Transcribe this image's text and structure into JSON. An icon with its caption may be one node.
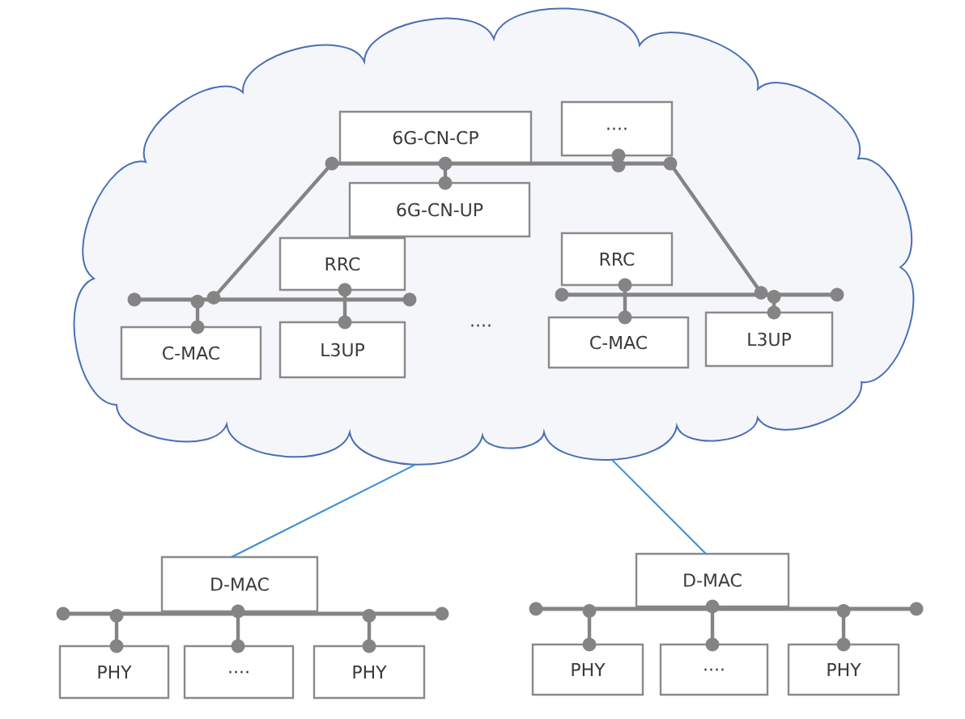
{
  "diagram": {
    "nodes": [
      {
        "text": [],
        "shape": "cloud"
      },
      {
        "text": [
          "6G-CN-CP"
        ],
        "in": 0
      },
      {
        "text": [
          "...."
        ],
        "in": 0
      },
      {
        "text": [],
        "shape": "bar",
        "in": 0
      },
      {
        "text": [
          "6G-CN-UP"
        ],
        "in": 0
      },
      {
        "text": [
          "RRC"
        ],
        "in": 0
      },
      {
        "text": [
          "RRC"
        ],
        "in": 0
      },
      {
        "text": [],
        "shape": "bar",
        "in": 0
      },
      {
        "text": [],
        "shape": "bar",
        "in": 0
      },
      {
        "text": [
          "C-MAC"
        ],
        "in": 0
      },
      {
        "text": [
          "L3UP"
        ],
        "in": 0
      },
      {
        "text": [
          "C-MAC"
        ],
        "in": 0
      },
      {
        "text": [
          "L3UP"
        ],
        "in": 0
      },
      {
        "text": [
          "D-MAC"
        ]
      },
      {
        "text": [
          "D-MAC"
        ]
      },
      {
        "text": [],
        "shape": "bar"
      },
      {
        "text": [],
        "shape": "bar"
      },
      {
        "text": [
          "PHY"
        ]
      },
      {
        "text": [
          "...."
        ]
      },
      {
        "text": [
          "PHY"
        ]
      },
      {
        "text": [
          "PHY"
        ]
      },
      {
        "text": [
          "...."
        ]
      },
      {
        "text": [
          "PHY"
        ]
      }
    ],
    "edges": [
      {
        "from": 1,
        "to": 4,
        "arrow": "other"
      },
      {
        "from": 2,
        "to": 3,
        "arrow": "other"
      },
      {
        "from": 3,
        "to": 7,
        "arrow": "other"
      },
      {
        "from": 3,
        "to": 8,
        "arrow": "other"
      },
      {
        "from": 5,
        "to": 10,
        "arrow": "other"
      },
      {
        "from": 6,
        "to": 11,
        "arrow": "other"
      },
      {
        "from": 7,
        "to": 9,
        "arrow": "other"
      },
      {
        "from": 8,
        "to": 12,
        "arrow": "other"
      },
      {
        "from": 0,
        "to": 13,
        "arrow": "none",
        "color": "#3a8fd9"
      },
      {
        "from": 0,
        "to": 14,
        "arrow": "none",
        "color": "#3a8fd9"
      },
      {
        "from": 15,
        "to": 17,
        "arrow": "other"
      },
      {
        "from": 13,
        "to": 18,
        "arrow": "other"
      },
      {
        "from": 15,
        "to": 19,
        "arrow": "other"
      },
      {
        "from": 16,
        "to": 20,
        "arrow": "other"
      },
      {
        "from": 14,
        "to": 21,
        "arrow": "other"
      },
      {
        "from": 16,
        "to": 22,
        "arrow": "other"
      }
    ],
    "labels": [
      "...."
    ]
  }
}
